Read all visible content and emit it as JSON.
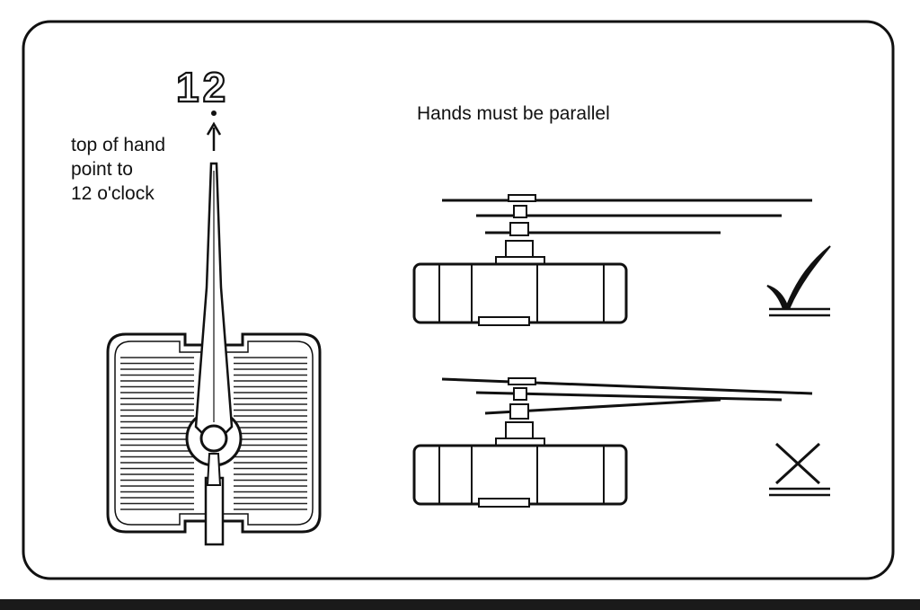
{
  "diagram": {
    "number_label": "12",
    "instruction_lines": [
      "top of hand",
      "point to",
      "12 o'clock"
    ],
    "parallel_title": "Hands must be parallel",
    "correct_mark": "check-mark-icon",
    "incorrect_mark": "cross-mark-icon",
    "colors": {
      "line": "#111111",
      "background": "#ffffff",
      "bottom_bar": "#1a1a1a"
    }
  }
}
